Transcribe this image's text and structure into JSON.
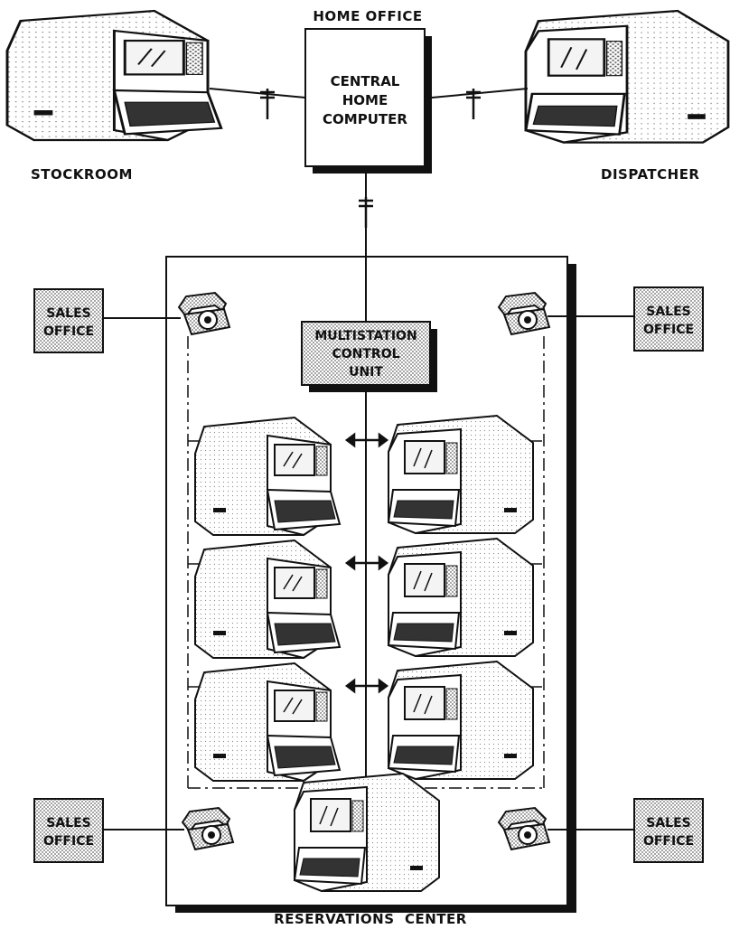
{
  "labels": {
    "home_office": "HOME OFFICE",
    "central_line1": "CENTRAL",
    "central_line2": "HOME",
    "central_line3": "COMPUTER",
    "stockroom": "STOCKROOM",
    "dispatcher": "DISPATCHER",
    "multistation_line1": "MULTISTATION",
    "multistation_line2": "CONTROL",
    "multistation_line3": "UNIT",
    "sales_line1": "SALES",
    "sales_line2": "OFFICE",
    "reservations_center": "RESERVATIONS  CENTER"
  },
  "colors": {
    "ink": "#111111",
    "screen": "#f4f4f4",
    "stipple": "#9a9a9a"
  }
}
